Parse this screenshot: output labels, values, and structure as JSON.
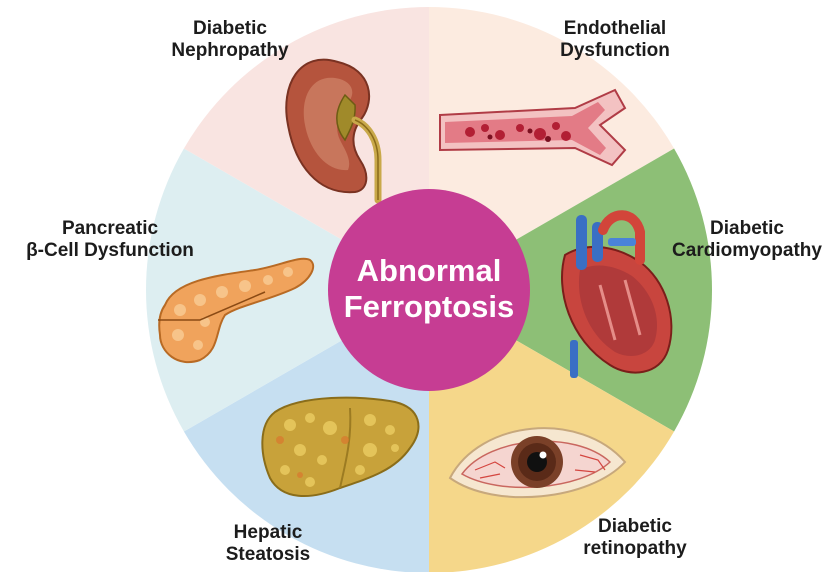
{
  "center": {
    "line1": "Abnormal",
    "line2": "Ferroptosis",
    "color": "#c63d93"
  },
  "segments": [
    {
      "id": "endothelial",
      "line1": "Endothelial",
      "line2": "Dysfunction",
      "fill": "#fcebe0",
      "icon": "blood-vessel-icon"
    },
    {
      "id": "cardiomyopathy",
      "line1": "Diabetic",
      "line2": "Cardiomyopathy",
      "fill": "#8dbf76",
      "icon": "heart-icon"
    },
    {
      "id": "retinopathy",
      "line1": "Diabetic",
      "line2": "retinopathy",
      "fill": "#f5d78a",
      "icon": "eye-icon"
    },
    {
      "id": "steatosis",
      "line1": "Hepatic",
      "line2": "Steatosis",
      "fill": "#c6dff1",
      "icon": "liver-icon"
    },
    {
      "id": "pancreatic",
      "line1": "Pancreatic",
      "line2": "β-Cell Dysfunction",
      "fill": "#ddeef1",
      "icon": "pancreas-icon"
    },
    {
      "id": "nephropathy",
      "line1": "Diabetic",
      "line2": "Nephropathy",
      "fill": "#f9e4e1",
      "icon": "kidney-icon"
    }
  ]
}
